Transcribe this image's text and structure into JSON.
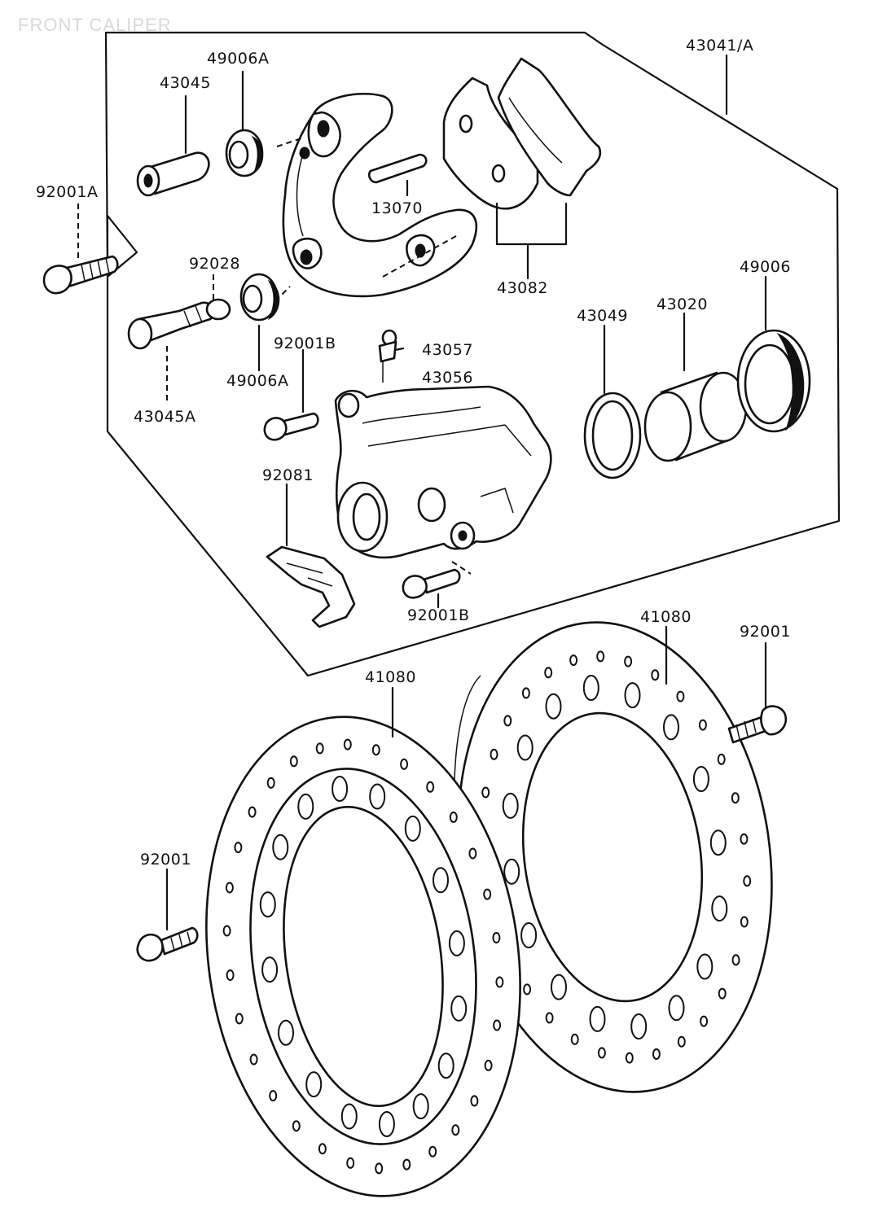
{
  "title": "FRONT CALIPER",
  "labels": {
    "p43041A": "43041/A",
    "p49006A_top": "49006A",
    "p43045": "43045",
    "p92001A": "92001A",
    "p13070": "13070",
    "p43082": "43082",
    "p92028": "92028",
    "p49006": "49006",
    "p43020": "43020",
    "p43049": "43049",
    "p43057": "43057",
    "p43056": "43056",
    "p92001B_top": "92001B",
    "p49006A_low": "49006A",
    "p43045A": "43045A",
    "p92081": "92081",
    "p92001B_low": "92001B",
    "p41080_right": "41080",
    "p92001_right": "92001",
    "p41080_left": "41080",
    "p92001_left": "92001"
  }
}
